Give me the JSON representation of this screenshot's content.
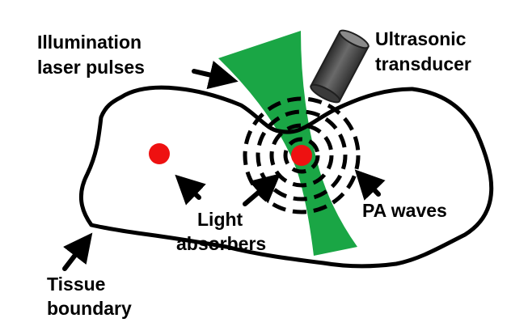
{
  "labels": {
    "illumination_line1": "Illumination",
    "illumination_line2": "laser pulses",
    "transducer_line1": "Ultrasonic",
    "transducer_line2": "transducer",
    "absorbers_line1": "Light",
    "absorbers_line2": "absorbers",
    "pa_waves": "PA waves",
    "tissue_line1": "Tissue",
    "tissue_line2": "boundary"
  },
  "colors": {
    "laser_beam": "#1aa645",
    "absorber": "#ee1111",
    "transducer_body": "#4a4a4a",
    "outline": "#000000"
  }
}
